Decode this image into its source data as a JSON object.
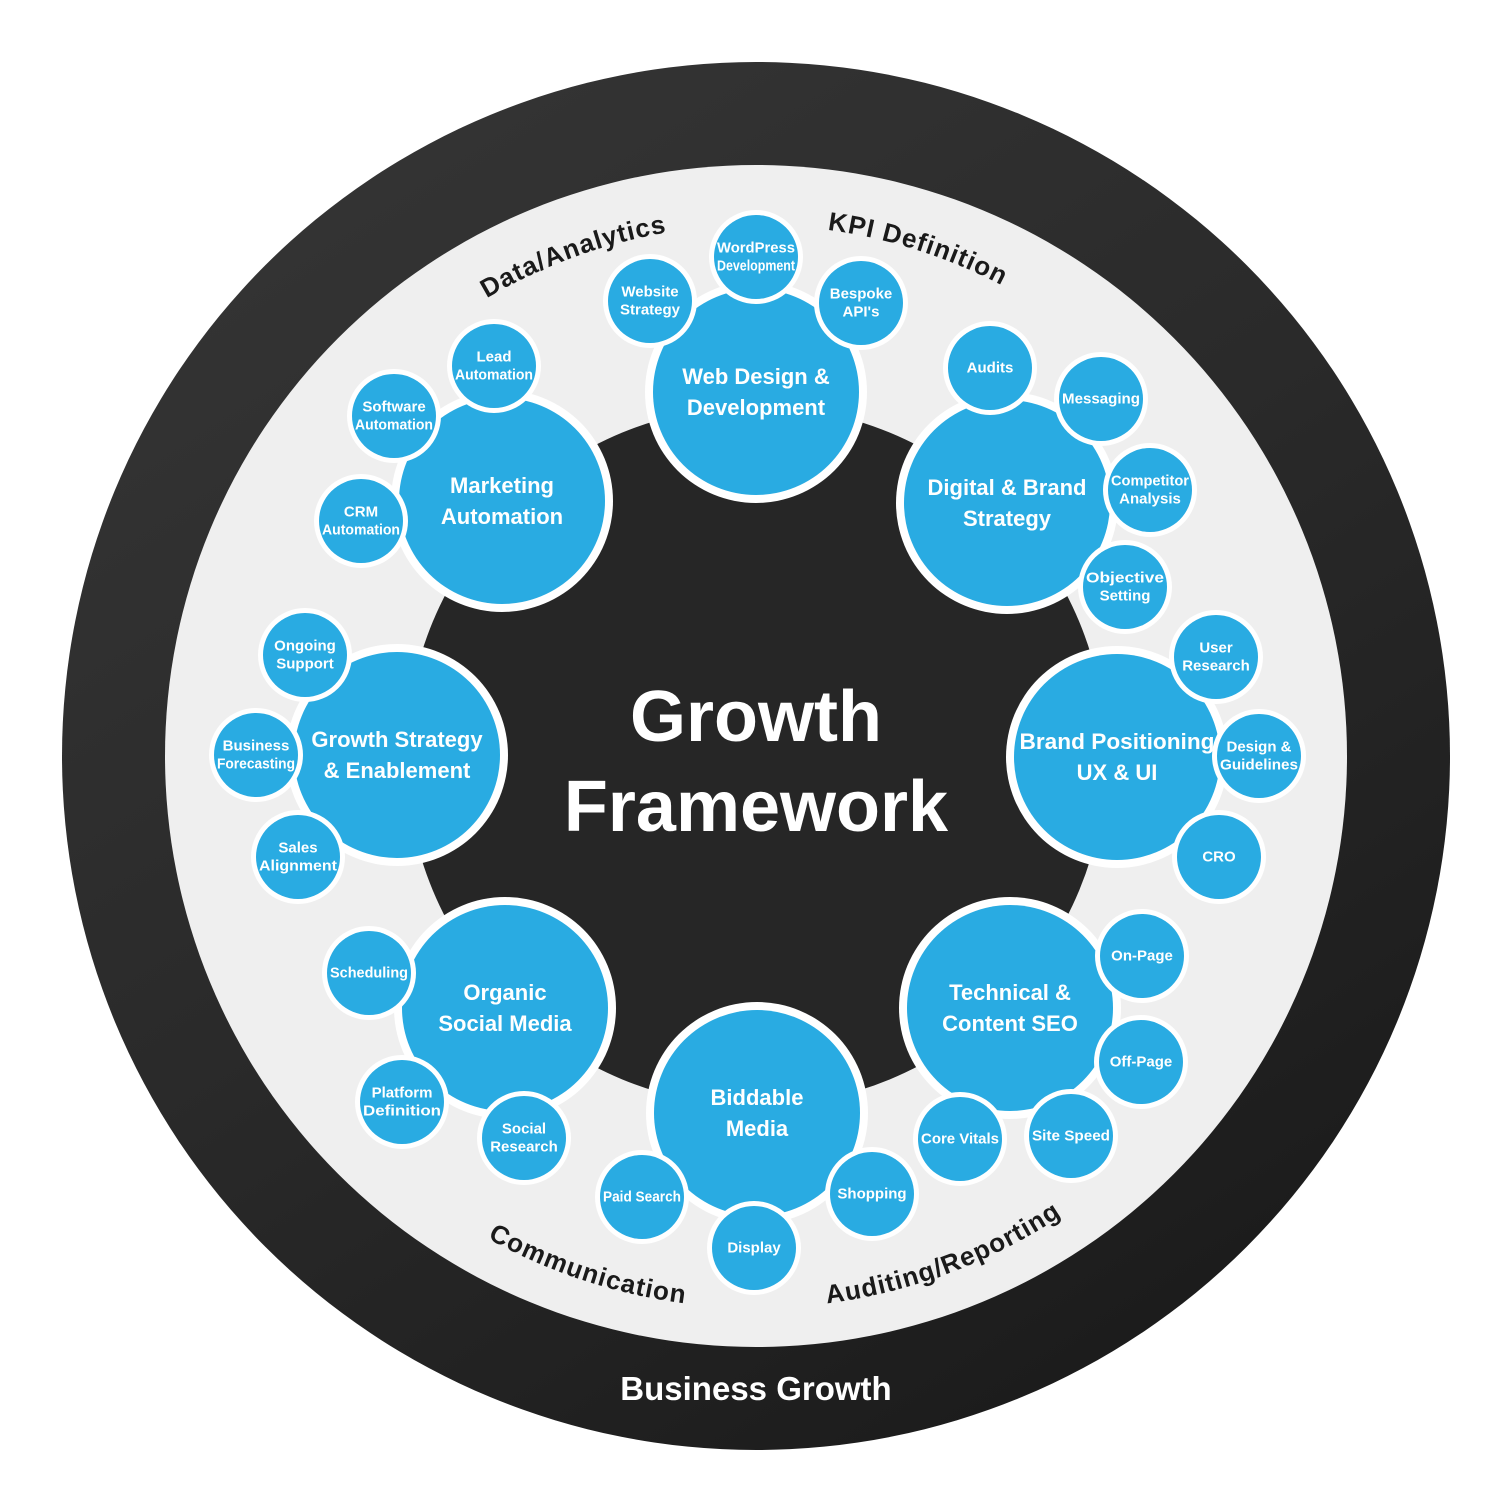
{
  "center": {
    "title_lines": [
      "Growth",
      "Framework"
    ]
  },
  "outer_ring": {
    "bottom_label": "Business Growth"
  },
  "ring_labels": {
    "data_analytics": "Data/Analytics",
    "kpi_definition": "KPI Definition",
    "auditing_reporting": "Auditing/Reporting",
    "communication": "Communication"
  },
  "colors": {
    "accent_blue": "#29abe2",
    "dark_center": "#262626",
    "dark_ring": "#2b2b2b",
    "light_ring": "#efefef",
    "text_on_blue": "#ffffff",
    "label_dark": "#1a1a1a"
  },
  "nodes": [
    {
      "id": "web-design-development",
      "label_lines": [
        "Web Design &",
        "Development"
      ],
      "satellites": [
        {
          "id": "website-strategy",
          "lines": [
            "Website",
            "Strategy"
          ]
        },
        {
          "id": "wordpress-development",
          "lines": [
            "WordPress",
            "Development"
          ]
        },
        {
          "id": "bespoke-apis",
          "lines": [
            "Bespoke",
            "API's"
          ]
        }
      ]
    },
    {
      "id": "digital-brand-strategy",
      "label_lines": [
        "Digital & Brand",
        "Strategy"
      ],
      "satellites": [
        {
          "id": "audits",
          "lines": [
            "Audits"
          ]
        },
        {
          "id": "messaging",
          "lines": [
            "Messaging"
          ]
        },
        {
          "id": "competitor-analysis",
          "lines": [
            "Competitor",
            "Analysis"
          ]
        },
        {
          "id": "objective-setting",
          "lines": [
            "Objective",
            "Setting"
          ]
        }
      ]
    },
    {
      "id": "brand-positioning-ux-ui",
      "label_lines": [
        "Brand Positioning",
        "UX & UI"
      ],
      "satellites": [
        {
          "id": "user-research",
          "lines": [
            "User",
            "Research"
          ]
        },
        {
          "id": "design-guidelines",
          "lines": [
            "Design &",
            "Guidelines"
          ]
        },
        {
          "id": "cro",
          "lines": [
            "CRO"
          ]
        }
      ]
    },
    {
      "id": "technical-content-seo",
      "label_lines": [
        "Technical &",
        "Content SEO"
      ],
      "satellites": [
        {
          "id": "on-page",
          "lines": [
            "On-Page"
          ]
        },
        {
          "id": "off-page",
          "lines": [
            "Off-Page"
          ]
        },
        {
          "id": "site-speed",
          "lines": [
            "Site Speed"
          ]
        },
        {
          "id": "core-vitals",
          "lines": [
            "Core Vitals"
          ]
        }
      ]
    },
    {
      "id": "biddable-media",
      "label_lines": [
        "Biddable",
        "Media"
      ],
      "satellites": [
        {
          "id": "paid-search",
          "lines": [
            "Paid Search"
          ]
        },
        {
          "id": "display",
          "lines": [
            "Display"
          ]
        },
        {
          "id": "shopping",
          "lines": [
            "Shopping"
          ]
        }
      ]
    },
    {
      "id": "organic-social-media",
      "label_lines": [
        "Organic",
        "Social Media"
      ],
      "satellites": [
        {
          "id": "scheduling",
          "lines": [
            "Scheduling"
          ]
        },
        {
          "id": "platform-definition",
          "lines": [
            "Platform",
            "Definition"
          ]
        },
        {
          "id": "social-research",
          "lines": [
            "Social",
            "Research"
          ]
        }
      ]
    },
    {
      "id": "growth-strategy-enablement",
      "label_lines": [
        "Growth Strategy",
        "& Enablement"
      ],
      "satellites": [
        {
          "id": "ongoing-support",
          "lines": [
            "Ongoing",
            "Support"
          ]
        },
        {
          "id": "business-forecasting",
          "lines": [
            "Business",
            "Forecasting"
          ]
        },
        {
          "id": "sales-alignment",
          "lines": [
            "Sales",
            "Alignment"
          ]
        }
      ]
    },
    {
      "id": "marketing-automation",
      "label_lines": [
        "Marketing",
        "Automation"
      ],
      "satellites": [
        {
          "id": "lead-automation",
          "lines": [
            "Lead",
            "Automation"
          ]
        },
        {
          "id": "software-automation",
          "lines": [
            "Software",
            "Automation"
          ]
        },
        {
          "id": "crm-automation",
          "lines": [
            "CRM",
            "Automation"
          ]
        }
      ]
    }
  ]
}
